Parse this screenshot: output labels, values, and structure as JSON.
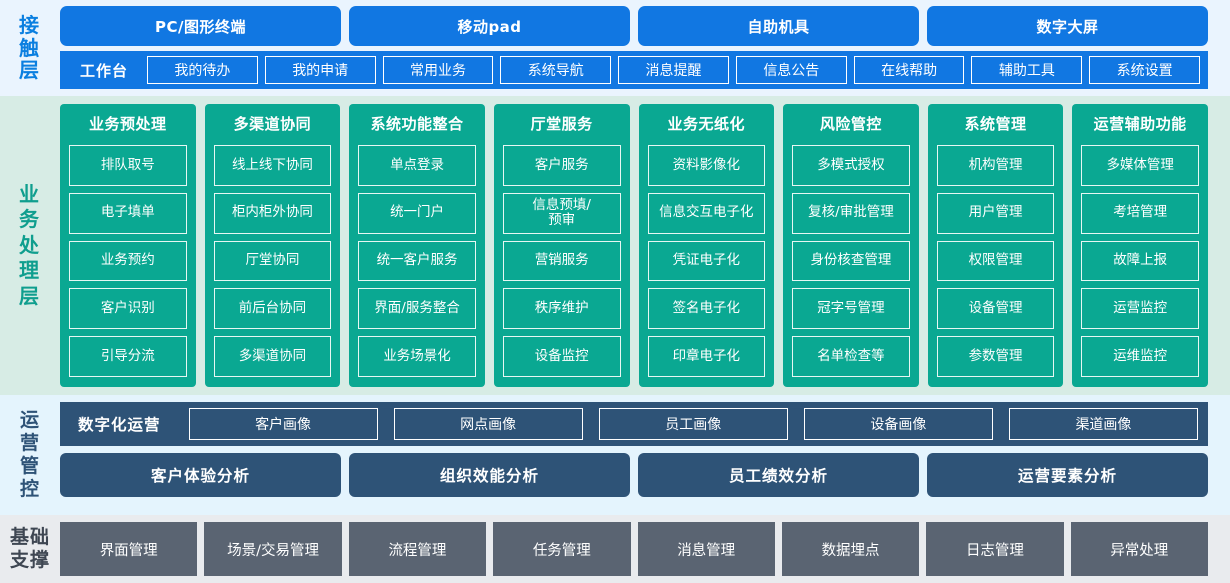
{
  "layers": {
    "contact": {
      "label_lines": [
        "接",
        "触",
        "层"
      ],
      "channels": [
        "PC/图形终端",
        "移动pad",
        "自助机具",
        "数字大屏"
      ],
      "workbench_title": "工作台",
      "workbench_items": [
        "我的待办",
        "我的申请",
        "常用业务",
        "系统导航",
        "消息提醒",
        "信息公告",
        "在线帮助",
        "辅助工具",
        "系统设置"
      ]
    },
    "business": {
      "label_lines": [
        "业",
        "务",
        "处",
        "理",
        "层"
      ],
      "columns": [
        {
          "title": "业务预处理",
          "items": [
            "排队取号",
            "电子填单",
            "业务预约",
            "客户识别",
            "引导分流"
          ]
        },
        {
          "title": "多渠道协同",
          "items": [
            "线上线下协同",
            "柜内柜外协同",
            "厅堂协同",
            "前后台协同",
            "多渠道协同"
          ]
        },
        {
          "title": "系统功能整合",
          "items": [
            "单点登录",
            "统一门户",
            "统一客户服务",
            "界面/服务整合",
            "业务场景化"
          ]
        },
        {
          "title": "厅堂服务",
          "items": [
            "客户服务",
            "信息预填/\n预审",
            "营销服务",
            "秩序维护",
            "设备监控"
          ]
        },
        {
          "title": "业务无纸化",
          "items": [
            "资料影像化",
            "信息交互电子化",
            "凭证电子化",
            "签名电子化",
            "印章电子化"
          ]
        },
        {
          "title": "风险管控",
          "items": [
            "多模式授权",
            "复核/审批管理",
            "身份核查管理",
            "冠字号管理",
            "名单检查等"
          ]
        },
        {
          "title": "系统管理",
          "items": [
            "机构管理",
            "用户管理",
            "权限管理",
            "设备管理",
            "参数管理"
          ]
        },
        {
          "title": "运营辅助功能",
          "items": [
            "多媒体管理",
            "考培管理",
            "故障上报",
            "运营监控",
            "运维监控"
          ]
        }
      ]
    },
    "operations": {
      "label_lines": [
        "运",
        "营",
        "管",
        "控"
      ],
      "digital_title": "数字化运营",
      "portraits": [
        "客户画像",
        "网点画像",
        "员工画像",
        "设备画像",
        "渠道画像"
      ],
      "analysis": [
        "客户体验分析",
        "组织效能分析",
        "员工绩效分析",
        "运营要素分析"
      ]
    },
    "foundation": {
      "label_lines": [
        "基础",
        "支撑"
      ],
      "items": [
        "界面管理",
        "场景/交易管理",
        "流程管理",
        "任务管理",
        "消息管理",
        "数据埋点",
        "日志管理",
        "异常处理"
      ]
    }
  },
  "colors": {
    "contact_band": "#eaf4fe",
    "contact_blue": "#1177e2",
    "business_band": "#d7ece5",
    "business_teal": "#0aa892",
    "ops_band": "#e4f4fd",
    "ops_navy": "#2e5377",
    "base_band": "#e9ebee",
    "base_gray": "#5a6472"
  }
}
